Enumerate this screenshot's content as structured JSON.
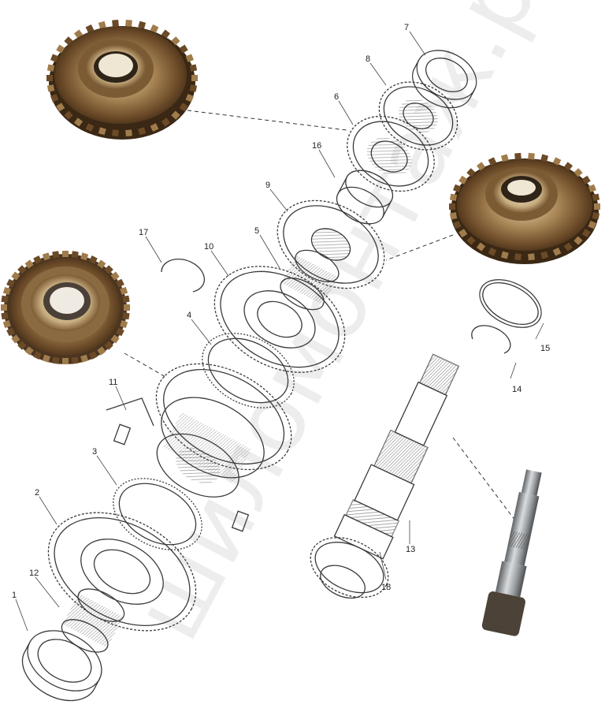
{
  "watermark": "шиломонтаж.рф",
  "callouts": [
    "1",
    "2",
    "3",
    "4",
    "5",
    "6",
    "7",
    "8",
    "9",
    "10",
    "11",
    "12",
    "13",
    "14",
    "15",
    "16",
    "17",
    "18"
  ],
  "colors": {
    "line": "#3a3a3a",
    "photo_bronze_dark": "#5a3f22",
    "photo_bronze_mid": "#9b7a4c",
    "photo_bronze_light": "#d8c39d",
    "photo_steel": "#8d9093",
    "hatch": "#555555"
  },
  "photos": [
    {
      "name": "photo-helical-gear-top",
      "icon": "gear-photo"
    },
    {
      "name": "photo-helical-gear-right",
      "icon": "gear-photo"
    },
    {
      "name": "photo-synchro-gear-left",
      "icon": "gear-photo"
    },
    {
      "name": "photo-input-shaft",
      "icon": "shaft-photo"
    }
  ]
}
